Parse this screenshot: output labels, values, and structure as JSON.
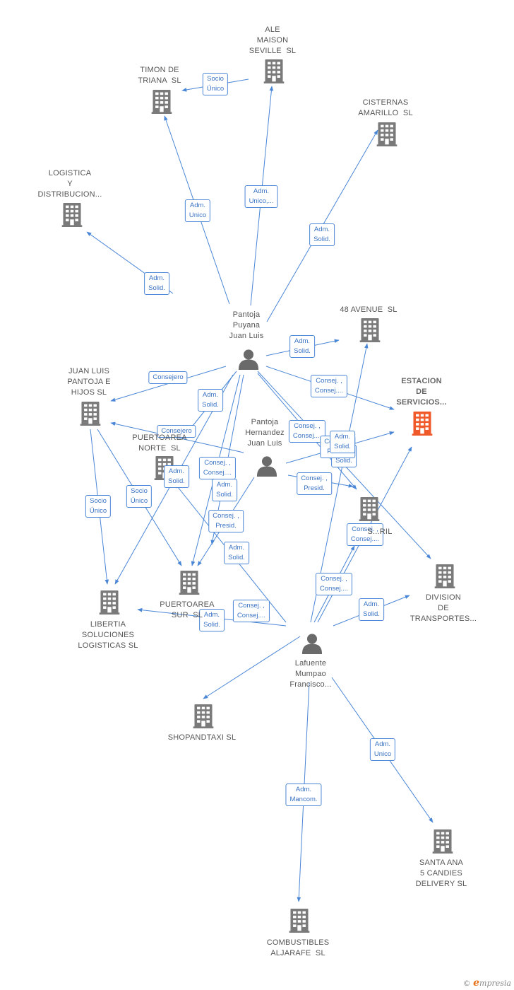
{
  "colors": {
    "edge": "#4a86d6",
    "company": "#7a7a7a",
    "company_focus": "#f05a2a",
    "person": "#6a6a6a",
    "label_text": "#555555"
  },
  "nodes": [
    {
      "id": "ale",
      "type": "company",
      "label": "ALE\nMAISON\nSEVILLE  SL"
    },
    {
      "id": "timon",
      "type": "company",
      "label": "TIMON DE\nTRIANA  SL"
    },
    {
      "id": "cisternas",
      "type": "company",
      "label": "CISTERNAS\nAMARILLO  SL"
    },
    {
      "id": "logistica",
      "type": "company",
      "label": "LOGISTICA\nY\nDISTRIBUCION..."
    },
    {
      "id": "avenue48",
      "type": "company",
      "label": "48 AVENUE  SL"
    },
    {
      "id": "estacion",
      "type": "company_focus",
      "label": "ESTACION\nDE\nSERVICIOS..."
    },
    {
      "id": "juanluis",
      "type": "company",
      "label": "JUAN LUIS\nPANTOJA E\nHIJOS SL"
    },
    {
      "id": "puertonorte",
      "type": "company",
      "label": "PUERTOAREA\nNORTE  SL"
    },
    {
      "id": "sril",
      "type": "company",
      "label": "S...RIL"
    },
    {
      "id": "libertia",
      "type": "company",
      "label": "LIBERTIA\nSOLUCIONES\nLOGISTICAS SL"
    },
    {
      "id": "puertosur",
      "type": "company",
      "label": "PUERTOAREA\nSUR  SL"
    },
    {
      "id": "division",
      "type": "company",
      "label": "DIVISION\nDE\nTRANSPORTES..."
    },
    {
      "id": "shopand",
      "type": "company",
      "label": "SHOPANDTAXI SL"
    },
    {
      "id": "santaana",
      "type": "company",
      "label": "SANTA ANA\n5 CANDIES\nDELIVERY SL"
    },
    {
      "id": "combustibles",
      "type": "company",
      "label": "COMBUSTIBLES\nALJARAFE  SL"
    },
    {
      "id": "p_puyana",
      "type": "person",
      "label": "Pantoja\nPuyana\nJuan Luis"
    },
    {
      "id": "p_hernandez",
      "type": "person",
      "label": "Pantoja\nHernandez\nJuan Luis"
    },
    {
      "id": "p_lafuente",
      "type": "person",
      "label": "Lafuente\nMumpao\nFrancisco..."
    }
  ],
  "edges": [
    {
      "from": "ale",
      "to": "timon",
      "label": "Socio\nÚnico"
    },
    {
      "from": "p_puyana",
      "to": "ale",
      "label": "Adm.\nUnico,..."
    },
    {
      "from": "p_puyana",
      "to": "timon",
      "label": "Adm.\nUnico"
    },
    {
      "from": "p_puyana",
      "to": "cisternas",
      "label": "Adm.\nSolid."
    },
    {
      "from": "p_puyana",
      "to": "logistica",
      "label": "Adm.\nSolid."
    },
    {
      "from": "p_puyana",
      "to": "avenue48",
      "label": "Adm.\nSolid."
    },
    {
      "from": "p_puyana",
      "to": "estacion",
      "label": "Consej. ,\nConsej...."
    },
    {
      "from": "p_puyana",
      "to": "juanluis",
      "label": "Consejero"
    },
    {
      "from": "p_puyana",
      "to": "puertonorte",
      "label": "Adm.\nSolid."
    },
    {
      "from": "p_puyana",
      "to": "sril",
      "label": "Consej. ,\nConsej...."
    },
    {
      "from": "p_puyana",
      "to": "puertosur",
      "label": "Consej. ,\nConsej...."
    },
    {
      "from": "p_puyana",
      "to": "libertia",
      "label": "Adm.\nSolid."
    },
    {
      "from": "p_puyana",
      "to": "division",
      "label": "Adm.\nSolid."
    },
    {
      "from": "p_puyana",
      "to": "shopand",
      "label": "Adm.\nSolid."
    },
    {
      "from": "p_hernandez",
      "to": "juanluis",
      "label": "Consejero"
    },
    {
      "from": "p_hernandez",
      "to": "estacion",
      "label": "Consej. ,\nPresid."
    },
    {
      "from": "p_hernandez",
      "to": "sril",
      "label": "Consej. ,\nPresid."
    },
    {
      "from": "p_hernandez",
      "to": "puertosur",
      "label": "Consej. ,\nPresid."
    },
    {
      "from": "juanluis",
      "to": "libertia",
      "label": "Socio\nÚnico"
    },
    {
      "from": "juanluis",
      "to": "puertosur",
      "label": "Socio\nÚnico"
    },
    {
      "from": "p_lafuente",
      "to": "puertonorte",
      "label": "Adm.\nSolid."
    },
    {
      "from": "p_lafuente",
      "to": "avenue48",
      "label": "Adm.\nSolid."
    },
    {
      "from": "p_lafuente",
      "to": "estacion",
      "label": "Consej. ,\nConsej...."
    },
    {
      "from": "p_lafuente",
      "to": "sril",
      "label": "Consej. ,\nConsej...."
    },
    {
      "from": "p_lafuente",
      "to": "libertia",
      "label": "Consej. ,\nConsej...."
    },
    {
      "from": "p_lafuente",
      "to": "division",
      "label": "Adm.\nSolid."
    },
    {
      "from": "p_lafuente",
      "to": "shopand",
      "label": "Adm.\nSolid."
    },
    {
      "from": "p_lafuente",
      "to": "santaana",
      "label": "Adm.\nUnico"
    },
    {
      "from": "p_lafuente",
      "to": "combustibles",
      "label": "Adm.\nMancom."
    }
  ],
  "copyright": {
    "symbol": "©",
    "brand_initial": "e",
    "brand_rest": "mpresia"
  }
}
